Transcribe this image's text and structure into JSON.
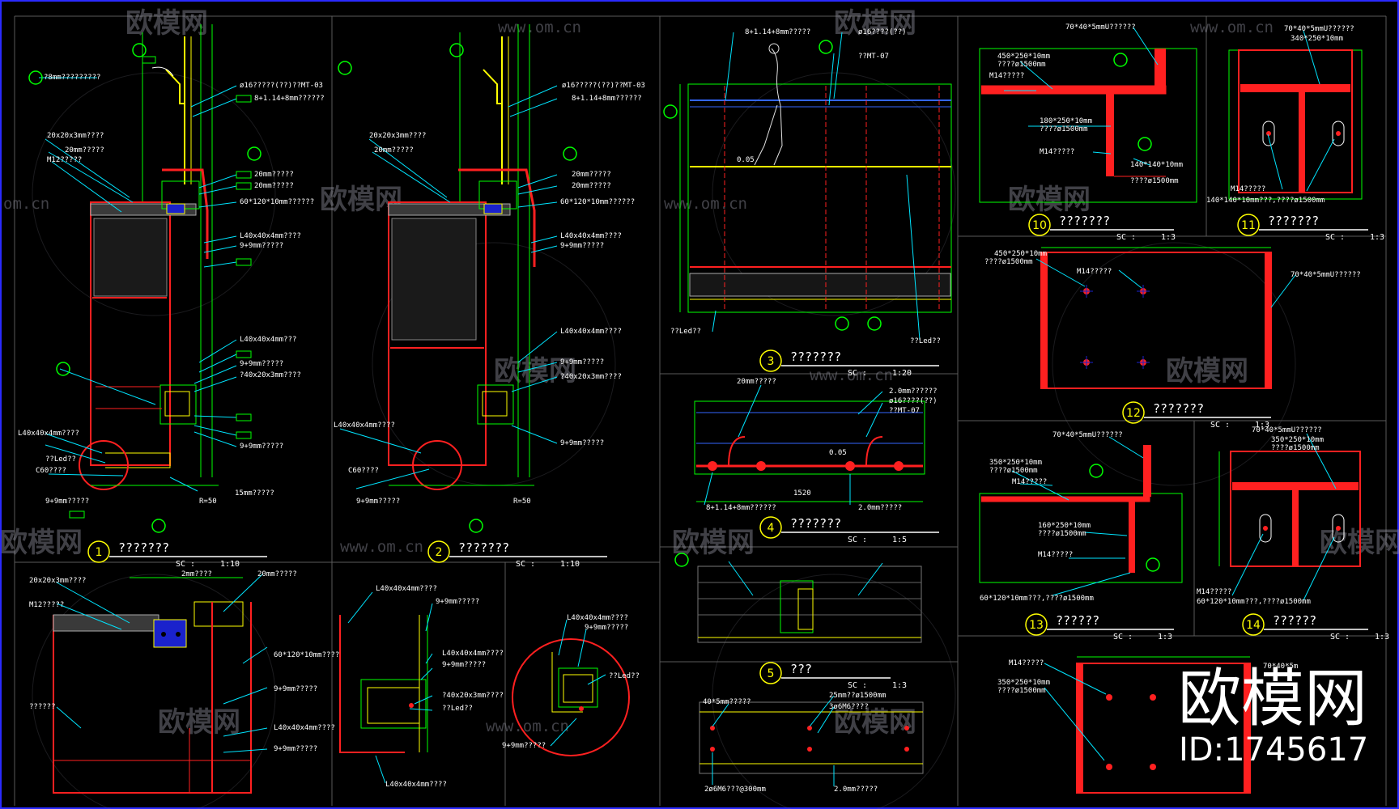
{
  "details": [
    {
      "num": "1",
      "title": "???????",
      "scale_prefix": "SC :",
      "scale": "1:10"
    },
    {
      "num": "2",
      "title": "???????",
      "scale_prefix": "SC :",
      "scale": "1:10"
    },
    {
      "num": "3",
      "title": "???????",
      "scale_prefix": "SC :",
      "scale": "1:20"
    },
    {
      "num": "4",
      "title": "???????",
      "scale_prefix": "SC :",
      "scale": "1:5"
    },
    {
      "num": "5",
      "title": "???",
      "scale_prefix": "SC :",
      "scale": "1:3"
    },
    {
      "num": "10",
      "title": "???????",
      "scale_prefix": "SC :",
      "scale": "1:3"
    },
    {
      "num": "11",
      "title": "???????",
      "scale_prefix": "SC :",
      "scale": "1:3"
    },
    {
      "num": "12",
      "title": "???????",
      "scale_prefix": "SC :",
      "scale": "1:3"
    },
    {
      "num": "13",
      "title": "??????",
      "scale_prefix": "SC :",
      "scale": "1:3"
    },
    {
      "num": "14",
      "title": "??????",
      "scale_prefix": "SC :",
      "scale": "1:3"
    }
  ],
  "annotations": {
    "d1": [
      "ø16?????(??)??MT-03",
      "8+1.14+8mm??????",
      "20mm?????",
      "20mm?????",
      "60*120*10mm??????",
      "L40x40x4mm????",
      "9+9mm?????",
      "L40x40x4mm???",
      "9+9mm?????",
      "?40x20x3mm????",
      "9+9mm?????",
      "20x20x3mm????",
      "20mm?????",
      "M12?????",
      "L40x40x4mm????",
      "??Led??",
      "C60????",
      "9+9mm?????",
      "R=50",
      "15mm?????",
      "?8mm?????????"
    ],
    "d2": [
      "ø16?????(??)??MT-03",
      "8+1.14+8mm??????",
      "20mm?????",
      "20mm?????",
      "60*120*10mm??????",
      "L40x40x4mm????",
      "9+9mm?????",
      "L40x40x4mm????",
      "9+9mm?????",
      "?40x20x3mm????",
      "9+9mm?????",
      "20x20x3mm????",
      "20mm?????",
      "L40x40x4mm????",
      "C60????",
      "9+9mm?????",
      "R=50"
    ],
    "d3": [
      "8+1.14+8mm?????",
      "ø16????(??)",
      "??MT-07",
      "??Led??",
      "??Led??",
      "0.05"
    ],
    "d4": [
      "20mm?????",
      "2.0mm??????",
      "ø16????(??)",
      "??MT-07",
      "8+1.14+8mm??????",
      "2.0mm?????",
      "0.05",
      "1520"
    ],
    "d5": [
      "40*5mm?????",
      "25mm??ø1500mm",
      "3ø6M6????",
      "2ø6M6???@300mm",
      "2.0mm?????"
    ],
    "d6": [
      "20x20x3mm????",
      "2mm????",
      "20mm?????",
      "M12?????",
      "60*120*10mm????",
      "9+9mm?????",
      "L40x40x4mm????",
      "9+9mm?????",
      "??????"
    ],
    "d7": [
      "L40x40x4mm????",
      "9+9mm?????",
      "L40x40x4mm????",
      "9+9mm?????",
      "?40x20x3mm????",
      "??Led??",
      "L40x40x4mm????"
    ],
    "d8": [
      "L40x40x4mm????",
      "9+9mm?????",
      "??Led??",
      "9+9mm?????"
    ],
    "d10": [
      "70*40*5mmU??????",
      "450*250*10mm",
      "????ø1500mm",
      "M14?????",
      "180*250*10mm",
      "????ø1500mm",
      "M14?????",
      "140*140*10mm",
      "????ø1500mm"
    ],
    "d11": [
      "70*40*5mmU??????",
      "340*250*10mm",
      "M14?????",
      "140*140*10mm???,????ø1500mm"
    ],
    "d12": [
      "450*250*10mm",
      "????ø1500mm",
      "M14?????",
      "70*40*5mmU??????"
    ],
    "d13": [
      "70*40*5mmU??????",
      "350*250*10mm",
      "????ø1500mm",
      "M14?????",
      "160*250*10mm",
      "????ø1500mm",
      "M14?????",
      "60*120*10mm???,????ø1500mm"
    ],
    "d14": [
      "70*40*5mmU??????",
      "350*250*10mm",
      "????ø1500mm",
      "M14?????",
      "60*120*10mm???,????ø1500mm"
    ],
    "d15": [
      "M14?????",
      "350*250*10mm",
      "????ø1500mm",
      "70*40*5m"
    ]
  },
  "watermarks": {
    "logo": "欧模网",
    "url": "www.om.cn",
    "url_short": "om.cn"
  },
  "brand": {
    "name": "欧模网",
    "id": "ID:1745617"
  },
  "colors": {
    "frame": "#2a2aff",
    "cyan": "#00e5ff",
    "green": "#00ff00",
    "red": "#ff2020",
    "yellow": "#ffff00",
    "white": "#ffffff"
  }
}
